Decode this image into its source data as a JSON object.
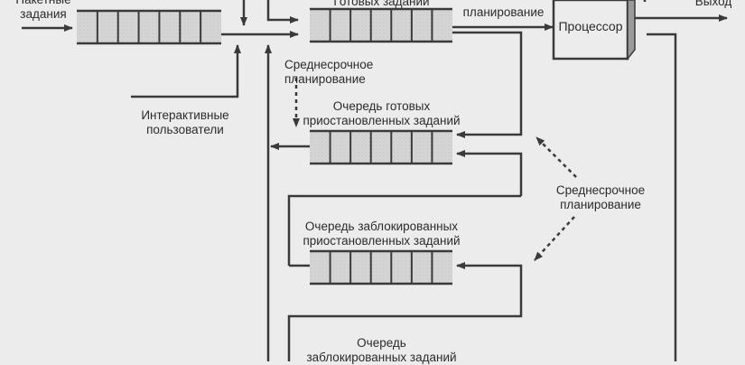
{
  "diagram": {
    "labels": {
      "batch_jobs": "Пакетные\nзадания",
      "ready_queue": "Готовых заданий",
      "short_term_scheduling": "планирование",
      "processor": "Процессор",
      "exit": "Выход",
      "interactive_users": "Интерактивные\nпользователи",
      "medium_term_scheduling_1": "Среднесрочное\nпланирование",
      "ready_suspended_queue": "Очередь готовых\nприостановленных заданий",
      "medium_term_scheduling_2": "Среднесрочное\nпланирование",
      "blocked_suspended_queue": "Очередь заблокированных\nприостановленных заданий",
      "blocked_queue": "Очередь\nзаблокированных заданий"
    },
    "queue_cells": 7,
    "colors": {
      "line": "#3a3a3a",
      "queue_fill": "#d4d4d4",
      "background": "#ececec",
      "processor_shade": "#9a9a9a"
    }
  }
}
